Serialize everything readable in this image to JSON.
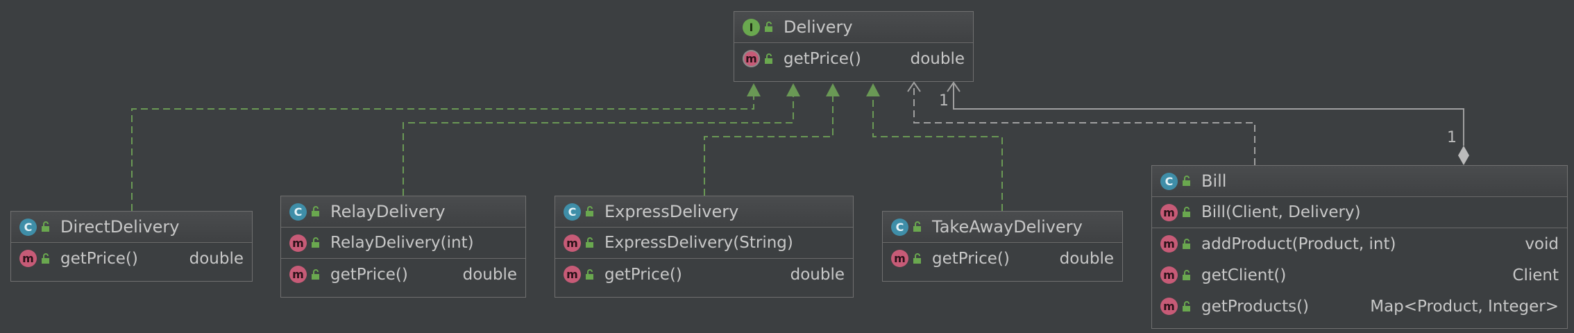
{
  "colors": {
    "background": "#3c3f41",
    "realization_edge": "#6a9955",
    "dependency_edge": "#a0a0a0",
    "class_badge": "#3f8ea8",
    "interface_badge": "#6aa84f",
    "method_badge": "#c75b77"
  },
  "nodes": {
    "delivery": {
      "kind": "I",
      "name": "Delivery",
      "members": [
        {
          "kind": "m",
          "abstract": true,
          "text": "getPrice()",
          "type": "double"
        }
      ]
    },
    "direct": {
      "kind": "C",
      "name": "DirectDelivery",
      "members": [
        {
          "kind": "m",
          "text": "getPrice()",
          "type": "double"
        }
      ]
    },
    "relay": {
      "kind": "C",
      "name": "RelayDelivery",
      "members": [
        {
          "kind": "m",
          "text": "RelayDelivery(int)",
          "type": ""
        },
        {
          "kind": "m",
          "text": "getPrice()",
          "type": "double"
        }
      ]
    },
    "express": {
      "kind": "C",
      "name": "ExpressDelivery",
      "members": [
        {
          "kind": "m",
          "text": "ExpressDelivery(String)",
          "type": ""
        },
        {
          "kind": "m",
          "text": "getPrice()",
          "type": "double"
        }
      ]
    },
    "takeaway": {
      "kind": "C",
      "name": "TakeAwayDelivery",
      "members": [
        {
          "kind": "m",
          "text": "getPrice()",
          "type": "double"
        }
      ]
    },
    "bill": {
      "kind": "C",
      "name": "Bill",
      "members": [
        {
          "kind": "m",
          "text": "Bill(Client, Delivery)",
          "type": ""
        },
        {
          "kind": "m",
          "text": "addProduct(Product, int)",
          "type": "void"
        },
        {
          "kind": "m",
          "text": "getClient()",
          "type": "Client"
        },
        {
          "kind": "m",
          "text": "getProducts()",
          "type": "Map<Product, Integer>"
        }
      ]
    }
  },
  "edges": [
    {
      "id": "direct-realizes-delivery",
      "type": "realization",
      "from": "DirectDelivery",
      "to": "Delivery"
    },
    {
      "id": "relay-realizes-delivery",
      "type": "realization",
      "from": "RelayDelivery",
      "to": "Delivery"
    },
    {
      "id": "express-realizes-delivery",
      "type": "realization",
      "from": "ExpressDelivery",
      "to": "Delivery"
    },
    {
      "id": "takeaway-realizes-delivery",
      "type": "realization",
      "from": "TakeAwayDelivery",
      "to": "Delivery"
    },
    {
      "id": "bill-depends-delivery",
      "type": "dependency",
      "from": "Bill",
      "to": "Delivery"
    },
    {
      "id": "bill-composes-delivery",
      "type": "composition",
      "from": "Bill",
      "to": "Delivery",
      "source_multiplicity": "1",
      "target_multiplicity": "1"
    }
  ]
}
